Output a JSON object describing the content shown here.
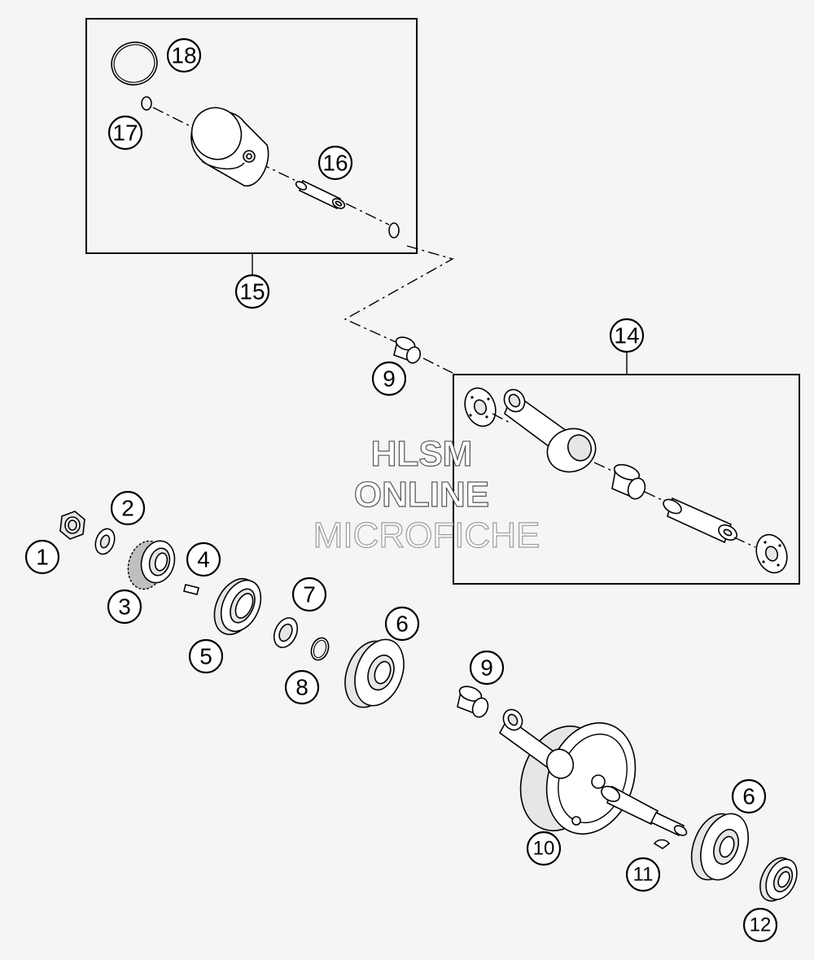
{
  "watermark": {
    "line1": "HLSM",
    "line2": "ONLINE",
    "line3": "MICROFICHE"
  },
  "callouts": {
    "c1": "1",
    "c2": "2",
    "c3": "3",
    "c4": "4",
    "c5": "5",
    "c6a": "6",
    "c6b": "6",
    "c7": "7",
    "c8": "8",
    "c9a": "9",
    "c9b": "9",
    "c10": "10",
    "c11": "11",
    "c12": "12",
    "c14": "14",
    "c15": "15",
    "c16": "16",
    "c17": "17",
    "c18": "18"
  },
  "colors": {
    "background": "#f5f5f5",
    "line": "#000000"
  }
}
